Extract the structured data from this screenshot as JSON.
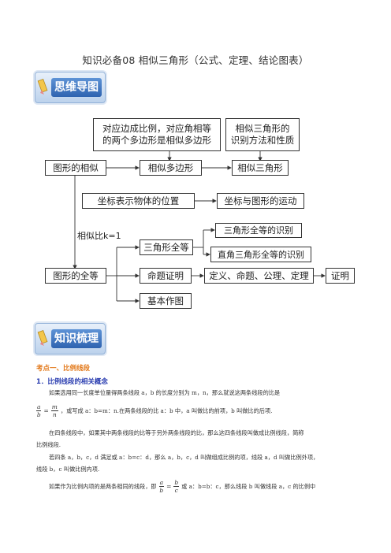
{
  "title": "知识必备08 相似三角形（公式、定理、结论图表）",
  "banners": {
    "mindmap": "思维导图",
    "knowledge": "知识梳理"
  },
  "diagram": {
    "top_left_box": [
      "对应边成比例，对应角相等",
      "的两个多边形是相似多边形"
    ],
    "top_right_box": [
      "相似三角形的",
      "识别方法和性质"
    ],
    "figure_similar": "图形的相似",
    "similar_polygon": "相似多边形",
    "similar_triangle": "相似三角形",
    "coord_position": "坐标表示物体的位置",
    "coord_motion": "坐标与图形的运动",
    "ratio_label": "相似比k=1",
    "triangle_congruent": "三角形全等",
    "triangle_congruent_id": "三角形全等的识别",
    "right_triangle_id": "直角三角形全等的识别",
    "figure_congruent": "图形的全等",
    "proposition_proof": "命题证明",
    "definitions": "定义、命题、公理、定理",
    "proof": "证明",
    "basic_drawing": "基本作图"
  },
  "content": {
    "kaodian": "考点一、比例线段",
    "sub1": "1．比例线段的相关概念",
    "p1": "如果选用同一长度单位量得两条线段 a，b 的长度分别为 m，n，那么就说这两条线段的比是",
    "frac1": {
      "a": "a",
      "b": "b",
      "m": "m",
      "n": "n",
      "eq": "="
    },
    "p2": "，或写成 a：b=m：n.在两条线段的比 a：b 中，a 叫做比的前项，b 叫做比的后项.",
    "p3": "在四条线段中，如果其中两条线段的比等于另外两条线段的比，那么这四条线段叫做成比例线段，简称",
    "p3b": "比例线段.",
    "p4": "若四条 a，b，c，d 满足或 a：b=c：d，那么 a，b，c，d 叫做组成比例的项，线段 a，d 叫做比例外项，",
    "p4b": "线段 b，c 叫做比例内项.",
    "p5a": "如果作为比例内项的是两条相同的线段，即",
    "frac2": {
      "a": "a",
      "b": "b",
      "b2": "b",
      "c": "c",
      "eq": "="
    },
    "p5b": "或 a：b=b：c，那么线段 b 叫做线段 a，c 的比例中"
  }
}
